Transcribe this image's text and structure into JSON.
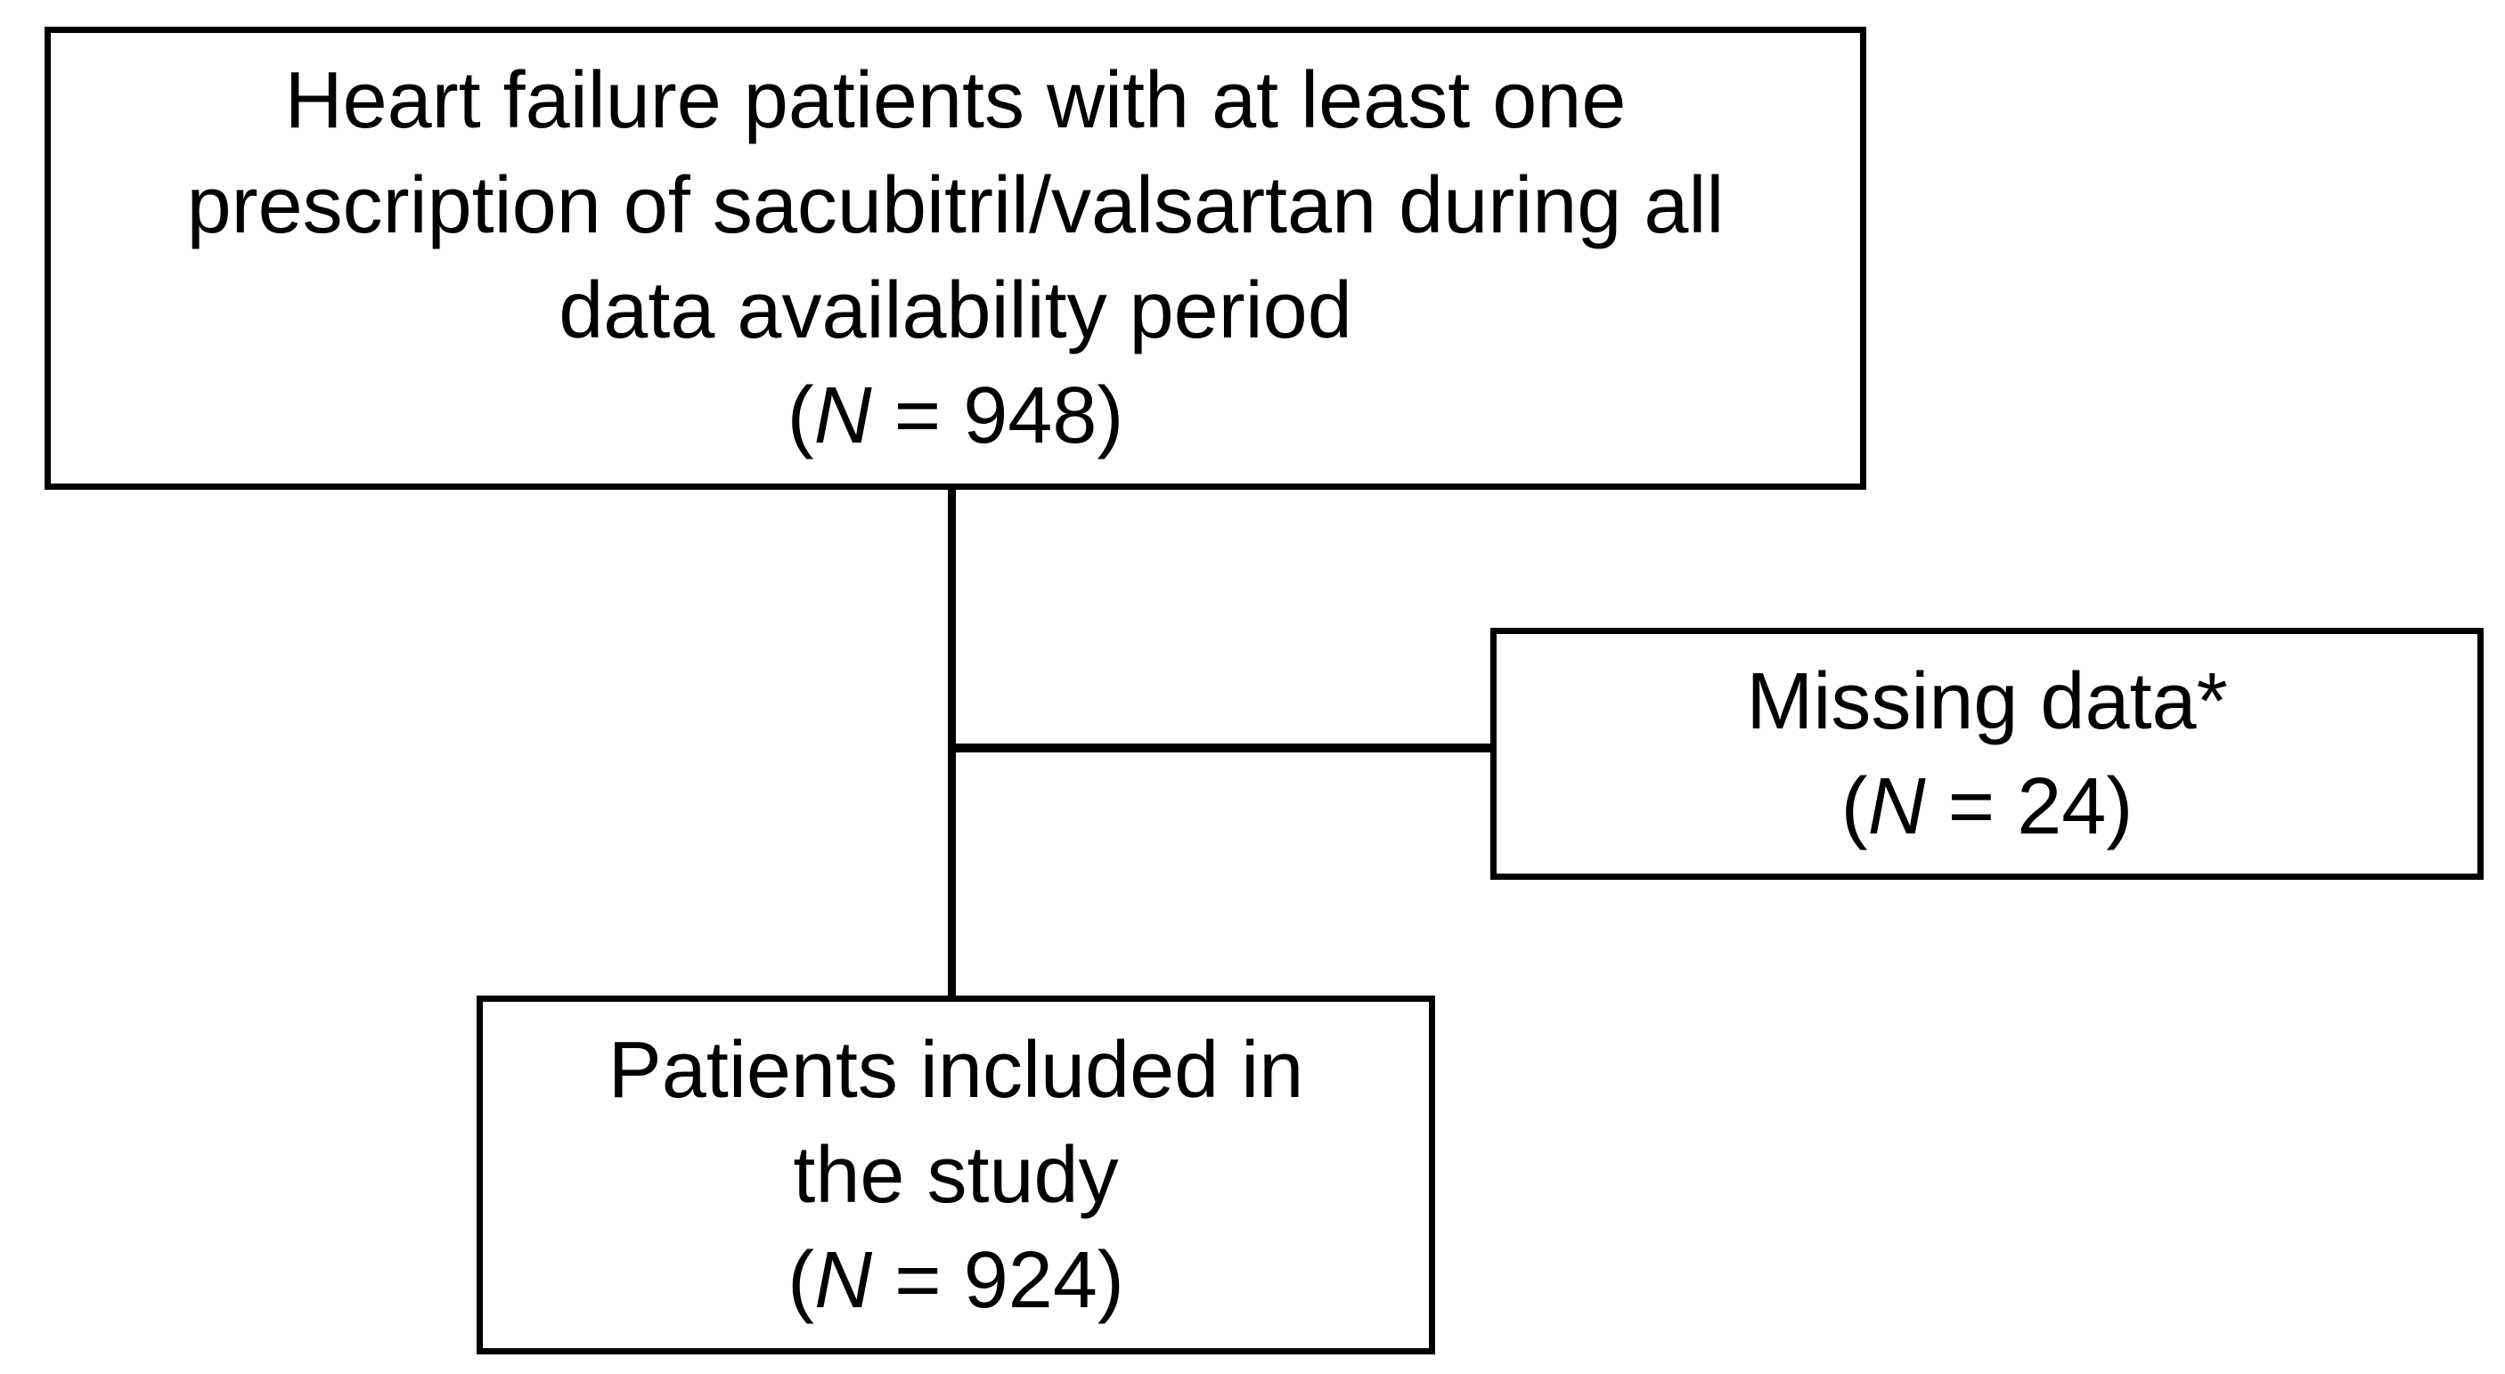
{
  "diagram": {
    "type": "patient-flow-chart",
    "background_color": "#ffffff",
    "line_color": "#000000",
    "text_color": "#000000",
    "nodes": {
      "top_box": {
        "line1": "Heart failure patients with at least one",
        "line2": "prescription of sacubitril/valsartan during all",
        "line3": "data availability period",
        "count_open": "(",
        "count_var": "N",
        "count_rest": " = 948)",
        "n": 948
      },
      "missing_box": {
        "line1": "Missing data*",
        "count_open": "(",
        "count_var": "N",
        "count_rest": " = 24)",
        "n": 24
      },
      "included_box": {
        "line1": "Patients included in",
        "line2": "the study",
        "count_open": "(",
        "count_var": "N",
        "count_rest": " = 924)",
        "n": 924
      }
    },
    "edges": [
      {
        "from": "top_box",
        "to": "included_box",
        "style": "vertical-line"
      },
      {
        "from": "top_box",
        "to": "missing_box",
        "style": "horizontal-branch"
      }
    ]
  }
}
